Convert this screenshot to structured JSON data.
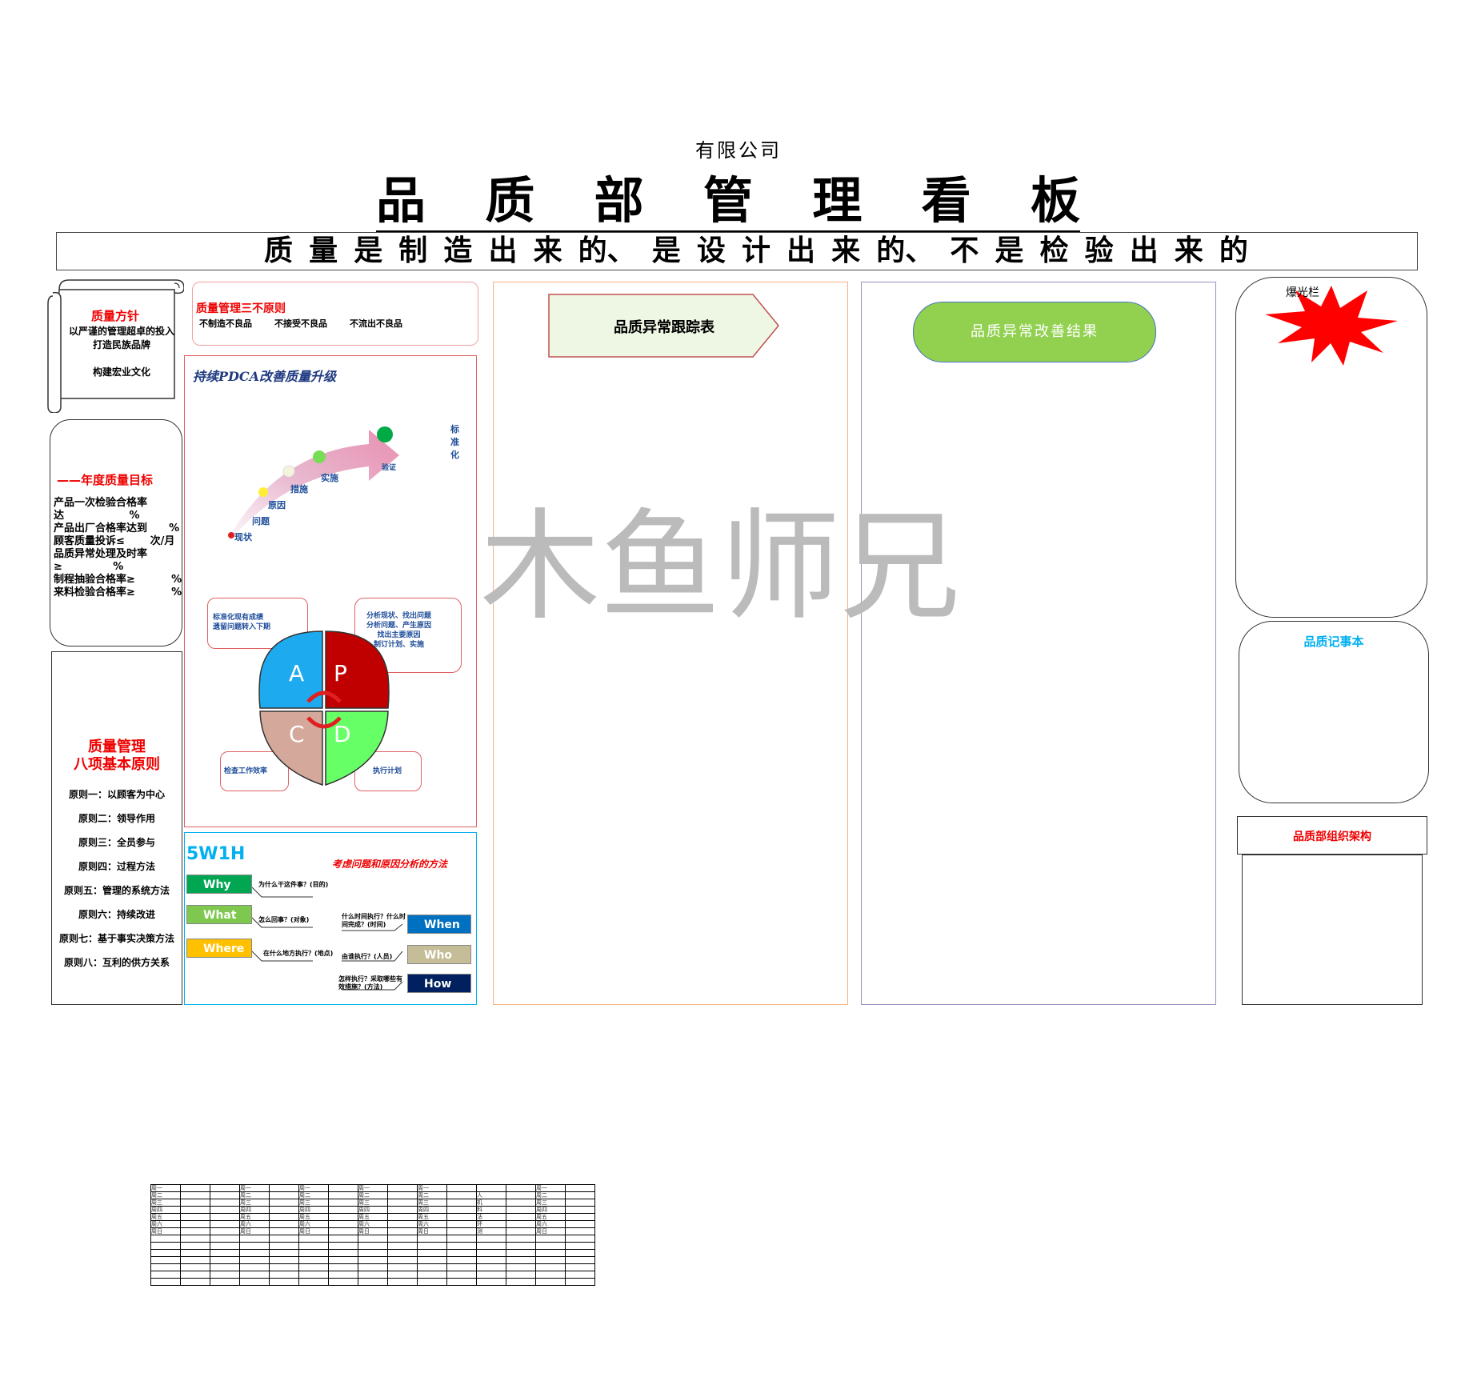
{
  "header": {
    "company": "有限公司",
    "title_chars": [
      "品",
      "质",
      "部",
      "管",
      "理",
      "看",
      "板"
    ],
    "slogan_chars": [
      "质",
      "量",
      "是",
      "制",
      "造",
      "出",
      "来",
      "的、",
      "是",
      "设",
      "计",
      "出",
      "来",
      "的、",
      "不",
      "是",
      "检",
      "验",
      "出",
      "来",
      "的"
    ]
  },
  "policy": {
    "title": "质量方针",
    "line1": "以严谨的管理超卓的投入",
    "line2": "打造民族品牌",
    "line3": "构建宏业文化"
  },
  "annual_goals": {
    "title": "——年度质量目标",
    "lines": [
      "产品一次检验合格率",
      "达                  %",
      "产品出厂合格率达到      %",
      "顾客质量投诉≤       次/月",
      "品质异常处理及时率",
      "≥              %",
      "制程抽验合格率≥          %",
      "来料检验合格率≥          %"
    ]
  },
  "eight_principles": {
    "title1": "质量管理",
    "title2": "八项基本原则",
    "items": [
      "原则一：以顾客为中心",
      "原则二：领导作用",
      "原则三：全员参与",
      "原则四：过程方法",
      "原则五：管理的系统方法",
      "原则六：持续改进",
      "原则七：基于事实决策方法",
      "原则八：互利的供方关系"
    ]
  },
  "three_no": {
    "title": "质量管理三不原则",
    "items": [
      "不制造不良品",
      "不接受不良品",
      "不流出不良品"
    ]
  },
  "pdca": {
    "title": "持续PDCA改善质量升级",
    "steps": [
      "现状",
      "问题",
      "原因",
      "措施",
      "实施",
      "验证"
    ],
    "standard": "标准化",
    "quadrants": {
      "a": "A",
      "p": "P",
      "c": "C",
      "d": "D"
    },
    "notes": {
      "a": "标准化现有成绩\n遗留问题转入下期",
      "p": "分析现状、找出问题\n分析问题、产生原因\n找出主要原因\n制订计划、实施",
      "c": "检查工作效率",
      "d": "执行计划"
    }
  },
  "five_w": {
    "title": "5W1H",
    "subtitle": "考虑问题和原因分析的方法",
    "why": "Why",
    "why_note": "为什么干这件事？(目的)",
    "what": "What",
    "what_note": "怎么回事？(对象)",
    "where": "Where",
    "where_note": "在什么地方执行？(地点)",
    "when": "When",
    "when_note": "什么时间执行？什么时间完成？(时间)",
    "who": "Who",
    "who_note": "由谁执行？(人员)",
    "how": "How",
    "how_note": "怎样执行？采取哪些有效措施？(方法)"
  },
  "tracking": {
    "title": "品质异常跟踪表"
  },
  "results": {
    "title": "品质异常改善结果"
  },
  "exposure": {
    "title": "爆光栏"
  },
  "notes_panel": {
    "title": "品质记事本"
  },
  "org": {
    "title": "品质部组织架构"
  },
  "watermark": "木鱼师兄",
  "week_table": {
    "days": [
      "周一",
      "周二",
      "周三",
      "周四",
      "周五",
      "周六",
      "周日"
    ],
    "factors": [
      "人",
      "机",
      "料",
      "法",
      "环",
      "测"
    ]
  },
  "colors": {
    "why": "#00a651",
    "what": "#7ec850",
    "where": "#ffc000",
    "when": "#0070c0",
    "who": "#c4bd97",
    "how": "#002060",
    "results_pill": "#92d050",
    "burst": "#ff0000"
  }
}
